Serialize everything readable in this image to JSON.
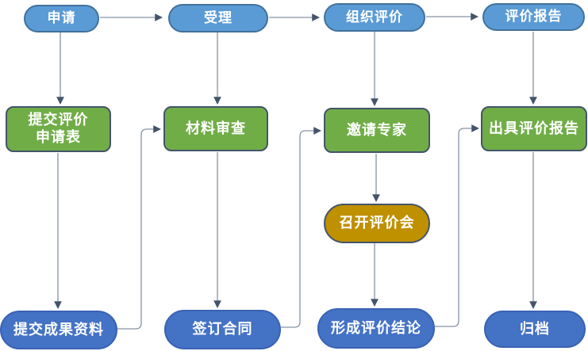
{
  "diagram": {
    "nodes": {
      "apply": {
        "label": "申请"
      },
      "accept": {
        "label": "受理"
      },
      "organize": {
        "label": "组织评价"
      },
      "report": {
        "label": "评价报告"
      },
      "submit_form": {
        "label": "提交评价\n申请表"
      },
      "review": {
        "label": "材料审查"
      },
      "invite": {
        "label": "邀请专家"
      },
      "issue": {
        "label": "出具评价报告"
      },
      "meeting": {
        "label": "召开评价会"
      },
      "submit_materials": {
        "label": "提交成果资料"
      },
      "contract": {
        "label": "签订合同"
      },
      "conclusion": {
        "label": "形成评价结论"
      },
      "archive": {
        "label": "归档"
      }
    },
    "edges": [
      {
        "from": "apply",
        "to": "accept"
      },
      {
        "from": "accept",
        "to": "organize"
      },
      {
        "from": "organize",
        "to": "report"
      },
      {
        "from": "apply",
        "to": "submit_form"
      },
      {
        "from": "accept",
        "to": "review"
      },
      {
        "from": "organize",
        "to": "invite"
      },
      {
        "from": "report",
        "to": "issue"
      },
      {
        "from": "submit_form",
        "to": "submit_materials"
      },
      {
        "from": "review",
        "to": "contract"
      },
      {
        "from": "invite",
        "to": "meeting"
      },
      {
        "from": "meeting",
        "to": "conclusion"
      },
      {
        "from": "issue",
        "to": "archive"
      },
      {
        "from": "submit_materials",
        "to": "review"
      },
      {
        "from": "contract",
        "to": "invite"
      },
      {
        "from": "conclusion",
        "to": "issue"
      }
    ],
    "colors": {
      "stage_pill": "#5B9BD5",
      "stage_pill_border": "#41719C",
      "process_box": "#70AD47",
      "process_box_border": "#44546A",
      "meeting_pill": "#BF9000",
      "result_pill": "#4472C4",
      "result_pill_border": "#3A62B4",
      "connector": "#8593A5",
      "arrowhead": "#44546A"
    }
  }
}
